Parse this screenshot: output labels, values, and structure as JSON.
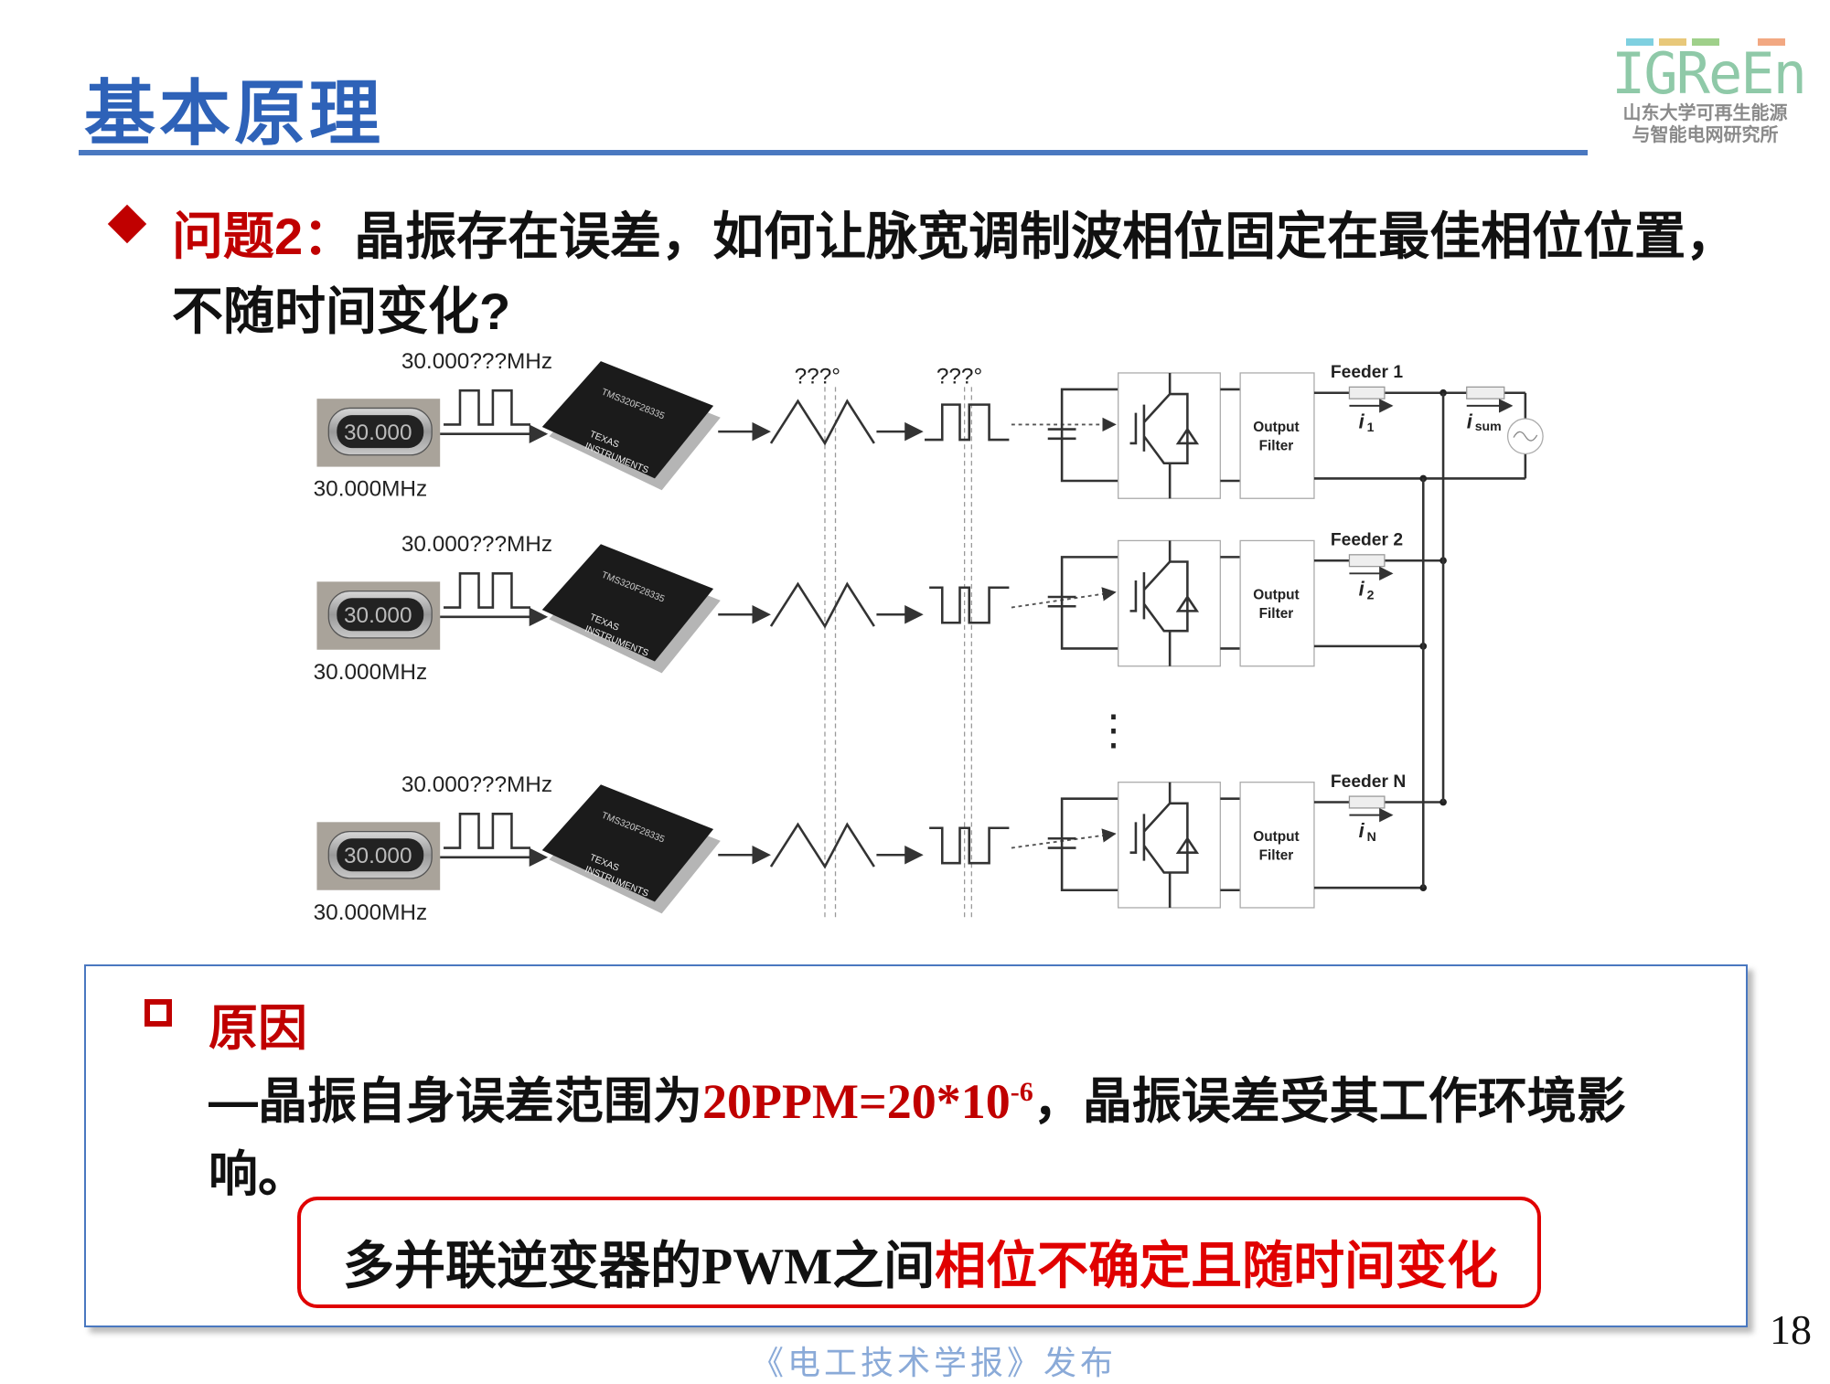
{
  "header": {
    "title": "基本原理",
    "logo_mark": "IGReEn",
    "logo_line1": "山东大学可再生能源",
    "logo_line2": "与智能电网研究所",
    "logo_colors": [
      "#7fd0e0",
      "#e8c87a",
      "#9fd08a",
      "#f2a882"
    ]
  },
  "question": {
    "label": "问题2：",
    "line1": "晶振存在误差，如何让脉宽调制波相位固定在最佳相位位置，",
    "line2": "不随时间变化?"
  },
  "diagram": {
    "rows": [
      {
        "actual_freq": "30.000???MHz",
        "nominal_freq": "30.000MHz",
        "crystal_marking": "30.000",
        "chip_model": "TMS320F28335",
        "chip_brand_1": "TEXAS",
        "chip_brand_2": "INSTRUMENTS",
        "feeder": "Feeder 1",
        "current": "i",
        "current_sub": "1"
      },
      {
        "actual_freq": "30.000???MHz",
        "nominal_freq": "30.000MHz",
        "crystal_marking": "30.000",
        "chip_model": "TMS320F28335",
        "chip_brand_1": "TEXAS",
        "chip_brand_2": "INSTRUMENTS",
        "feeder": "Feeder 2",
        "current": "i",
        "current_sub": "2"
      },
      {
        "actual_freq": "30.000???MHz",
        "nominal_freq": "30.000MHz",
        "crystal_marking": "30.000",
        "chip_model": "TMS320F28335",
        "chip_brand_1": "TEXAS",
        "chip_brand_2": "INSTRUMENTS",
        "feeder": "Feeder N",
        "current": "i",
        "current_sub": "N"
      }
    ],
    "carrier_phase": "???°",
    "pwm_phase": "???°",
    "filter_label_1": "Output",
    "filter_label_2": "Filter",
    "sum_current": "i",
    "sum_current_sub": "sum",
    "ellipsis": "⋮"
  },
  "reason": {
    "heading": "原因",
    "line1_a": "—晶振自身误差范围为",
    "line1_red": "20PPM=20*10",
    "line1_sup": "-6",
    "line1_b": "，晶振误差受其工作环境影",
    "line2": "响。"
  },
  "highlight": {
    "text_a": "多并联逆变器的",
    "text_pwm": "PWM",
    "text_b": "之间",
    "text_red": "相位不确定且随时间变化"
  },
  "page_number": "18",
  "footer": "《电工技术学报》发布",
  "colors": {
    "title_blue": "#2e62b8",
    "accent_red": "#c00000",
    "highlight_red": "#e00000"
  }
}
